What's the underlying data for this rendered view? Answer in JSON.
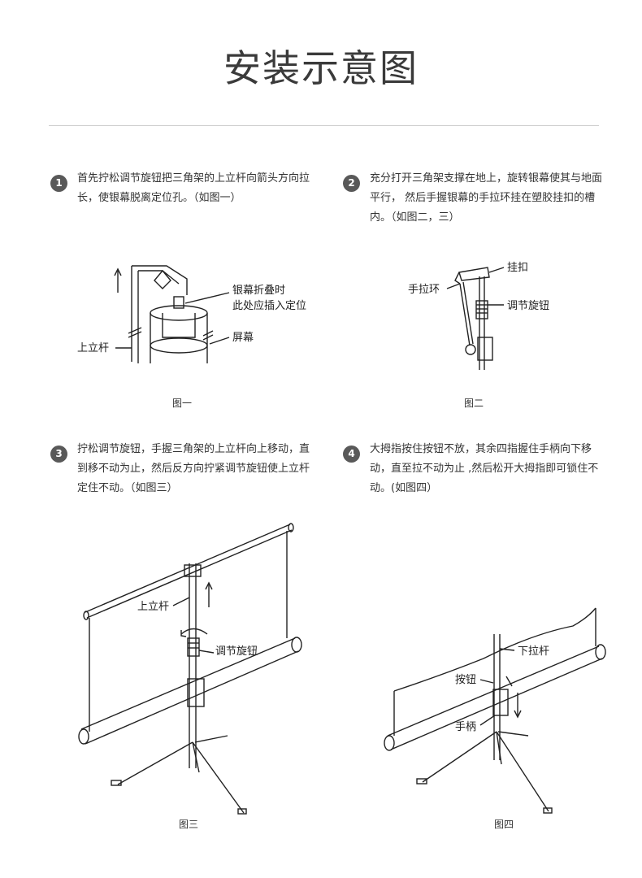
{
  "title": "安装示意图",
  "steps": [
    {
      "number": "1",
      "text": "首先拧松调节旋钮把三角架的上立杆向箭头方向拉长，使银幕脱离定位孔。（如图一）"
    },
    {
      "number": "2",
      "text": "充分打开三角架支撑在地上，旋转银幕使其与地面平行， 然后手握银幕的手拉环挂在塑胶挂扣的槽内。（如图二，三）"
    },
    {
      "number": "3",
      "text": "拧松调节旋钮，手握三角架的上立杆向上移动，直到移不动为止，然后反方向拧紧调节旋钮使上立杆定住不动。（如图三）"
    },
    {
      "number": "4",
      "text": "大拇指按住按钮不放，其余四指握住手柄向下移动，直至拉不动为止 ,然后松开大拇指即可锁住不动。(如图四）"
    }
  ],
  "figures": [
    {
      "caption": "图一",
      "labels": {
        "rod": "上立杆",
        "note1": "银幕折叠时",
        "note2": "此处应插入定位",
        "screen": "屏幕"
      }
    },
    {
      "caption": "图二",
      "labels": {
        "ring": "手拉环",
        "hook": "挂扣",
        "knob": "调节旋钮"
      }
    },
    {
      "caption": "图三",
      "labels": {
        "rod": "上立杆",
        "knob": "调节旋钮"
      }
    },
    {
      "caption": "图四",
      "labels": {
        "lower_rod": "下拉杆",
        "button": "按钮",
        "handle": "手柄"
      }
    }
  ]
}
